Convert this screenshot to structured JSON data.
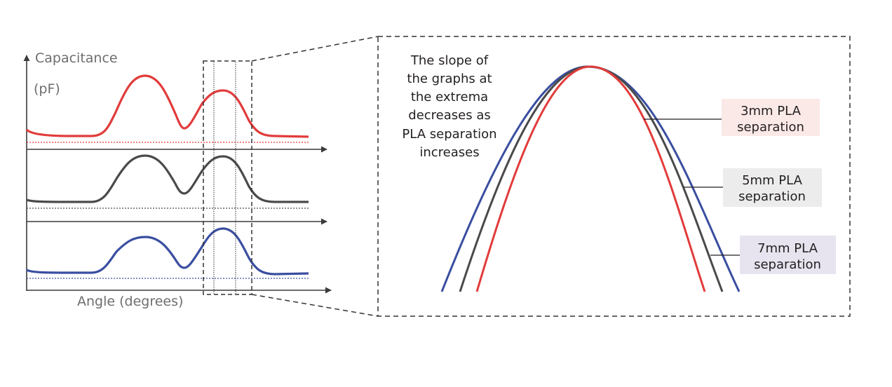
{
  "axes": {
    "y_title_line1": "Capacitance",
    "y_title_line2": "(pF)",
    "x_title": "Angle (degrees)"
  },
  "note": {
    "lines": [
      "The slope of",
      "the graphs at",
      "the extrema",
      "decreases as",
      "PLA separation",
      "increases"
    ]
  },
  "labels": [
    {
      "line1": "3mm PLA",
      "line2": "separation"
    },
    {
      "line1": "5mm PLA",
      "line2": "separation"
    },
    {
      "line1": "7mm PLA",
      "line2": "separation"
    }
  ],
  "colors": {
    "red": "#e23b3b",
    "gray": "#4a4a4a",
    "blue": "#3a4ea0",
    "axis": "#3a3a3a",
    "dash": "#333333",
    "label_bg_red": "#fbe9e7",
    "label_bg_gray": "#ececec",
    "label_bg_blue": "#e7e3ef"
  }
}
